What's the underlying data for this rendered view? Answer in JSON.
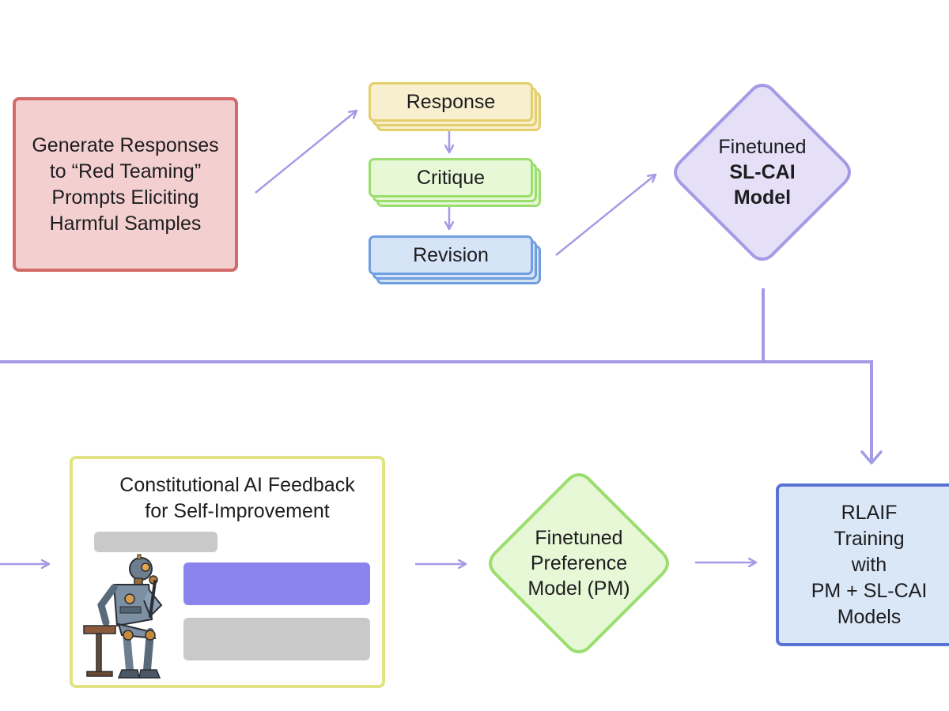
{
  "red_box": {
    "lines": [
      "Generate Responses",
      "to “Red Teaming”",
      "Prompts Eliciting",
      "Harmful Samples"
    ]
  },
  "stack": {
    "response": "Response",
    "critique": "Critique",
    "revision": "Revision"
  },
  "sl_cai": {
    "line1": "Finetuned",
    "line2": "SL-CAI",
    "line3": "Model"
  },
  "feedback": {
    "line1": "Constitutional AI Feedback",
    "line2": "for Self-Improvement"
  },
  "pm": {
    "line1": "Finetuned",
    "line2": "Preference",
    "line3": "Model (PM)"
  },
  "rlaif": {
    "lines": [
      "RLAIF",
      "Training",
      "with",
      "PM + SL-CAI",
      "Models"
    ]
  },
  "colors": {
    "arrow": "#a49be6",
    "red_fill": "#f4cfcf",
    "red_border": "#d36a6a",
    "yellow_fill": "#f8efcf",
    "yellow_border": "#e3cf6d",
    "green_fill": "#e6f8d6",
    "green_border": "#9bde6e",
    "blue_fill": "#d6e4f8",
    "blue_border": "#6f9fe0",
    "purple_fill": "#e5e0f8",
    "purple_border": "#a49be6",
    "bubble_grey": "#c9c9c9",
    "bubble_purple": "#8c84ee"
  },
  "icons": {
    "robot": "robot-thinker-icon"
  }
}
